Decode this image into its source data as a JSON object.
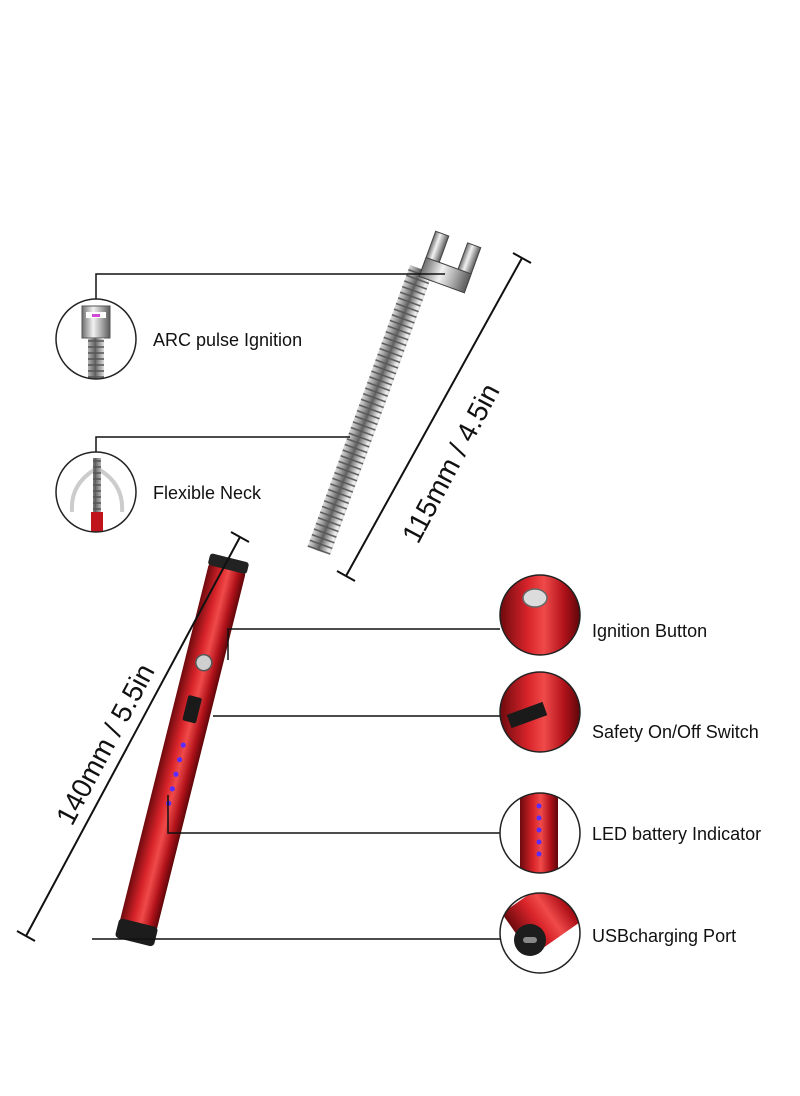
{
  "dimensions": {
    "neck_length": "115mm / 4.5in",
    "body_length": "140mm / 5.5in"
  },
  "features": {
    "arc_ignition": "ARC pulse Ignition",
    "flexible_neck": "Flexible Neck",
    "ignition_button": "Ignition Button",
    "safety_switch": "Safety On/Off Switch",
    "led_indicator": "LED battery Indicator",
    "usb_port": "USBcharging Port"
  },
  "colors": {
    "body_red": "#c0141c",
    "body_dark_red": "#7a0a10",
    "metal": "#b8b8b8",
    "led_purple": "#5a2cff",
    "line": "#111111"
  }
}
